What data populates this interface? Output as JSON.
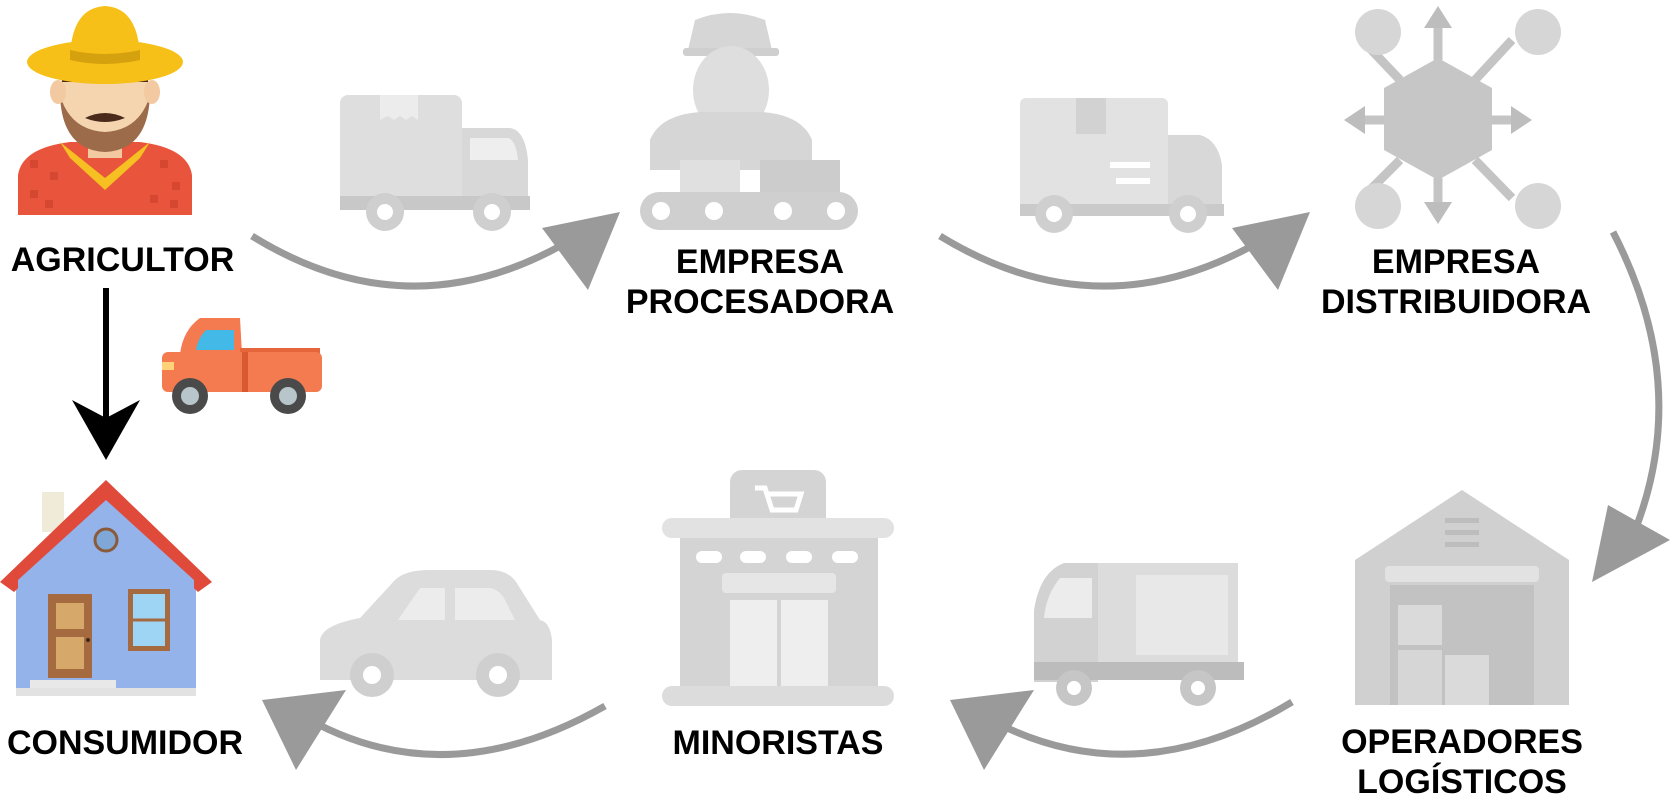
{
  "diagram": {
    "nodes": [
      {
        "id": "agricultor",
        "lines": [
          "AGRICULTOR"
        ],
        "icon": "farmer-icon",
        "highlighted": true
      },
      {
        "id": "empresa_procesadora",
        "lines": [
          "EMPRESA",
          "PROCESADORA"
        ],
        "icon": "factory-worker-conveyor-icon",
        "highlighted": false
      },
      {
        "id": "empresa_distribuidora",
        "lines": [
          "EMPRESA",
          "DISTRIBUIDORA"
        ],
        "icon": "distribution-network-icon",
        "highlighted": false
      },
      {
        "id": "operadores_logisticos",
        "lines": [
          "OPERADORES",
          "LOGÍSTICOS"
        ],
        "icon": "warehouse-icon",
        "highlighted": false
      },
      {
        "id": "minoristas",
        "lines": [
          "MINORISTAS"
        ],
        "icon": "shop-icon",
        "highlighted": false
      },
      {
        "id": "consumidor",
        "lines": [
          "CONSUMIDOR"
        ],
        "icon": "house-icon",
        "highlighted": true
      }
    ],
    "edges": [
      {
        "from": "agricultor",
        "to": "empresa_procesadora",
        "icon": "delivery-truck-icon",
        "highlighted": false
      },
      {
        "from": "empresa_procesadora",
        "to": "empresa_distribuidora",
        "icon": "box-truck-icon",
        "highlighted": false
      },
      {
        "from": "empresa_distribuidora",
        "to": "operadores_logisticos",
        "icon": "",
        "highlighted": false
      },
      {
        "from": "operadores_logisticos",
        "to": "minoristas",
        "icon": "cargo-truck-icon",
        "highlighted": false
      },
      {
        "from": "minoristas",
        "to": "consumidor",
        "icon": "car-icon",
        "highlighted": false
      },
      {
        "from": "agricultor",
        "to": "consumidor",
        "icon": "pickup-truck-icon",
        "highlighted": true
      }
    ]
  },
  "colors": {
    "faded_icon": "#d8d8d8",
    "faded_icon_dark": "#bdbdbd",
    "faded_arrow": "#9a9a9a",
    "direct_arrow": "#000000",
    "label_text": "#000000",
    "farmer_hat": "#f5c518",
    "farmer_shirt": "#e8553c",
    "house_wall": "#8fb3e8",
    "house_roof": "#e04a3a",
    "pickup_body": "#f47b4f"
  }
}
